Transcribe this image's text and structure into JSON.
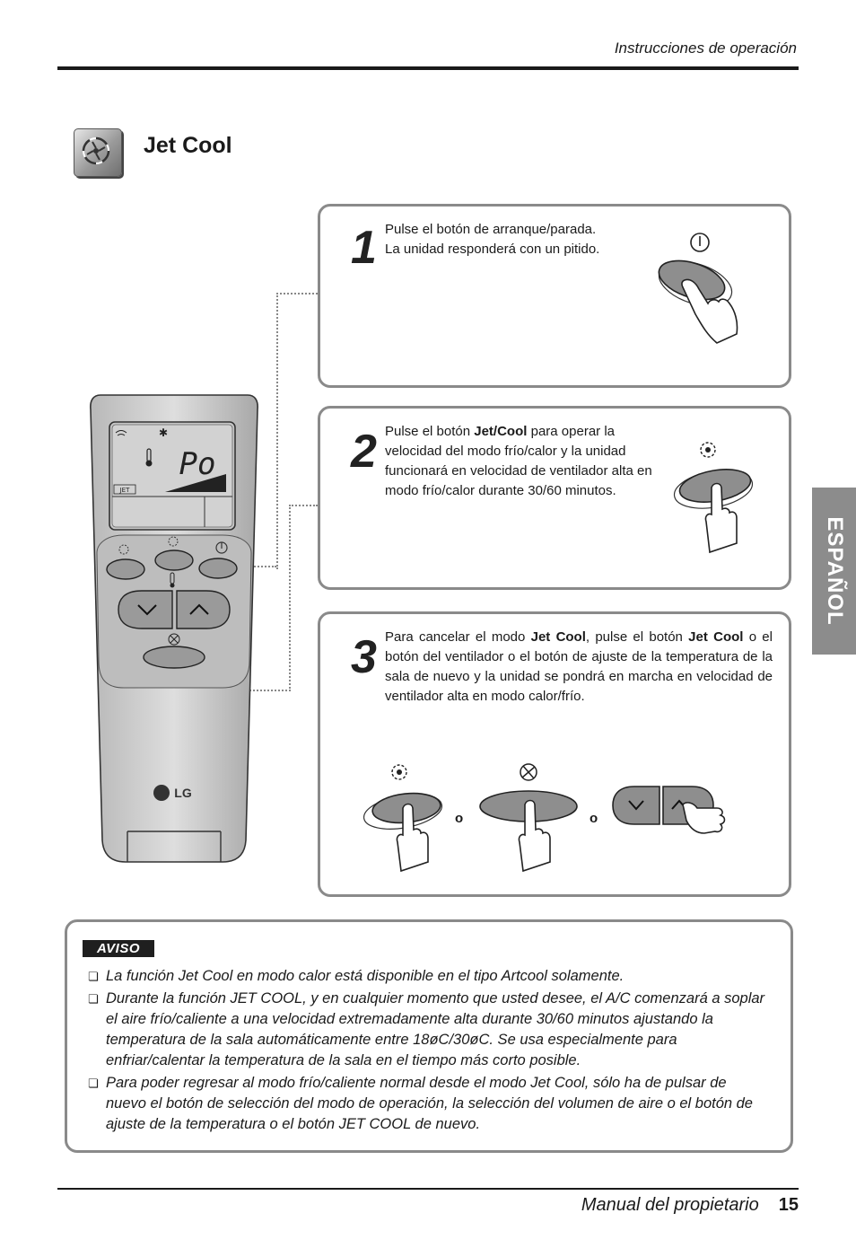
{
  "header": {
    "section": "Instrucciones de operación"
  },
  "title": "Jet Cool",
  "side_tab": "ESPAÑOL",
  "steps": [
    {
      "number": "1",
      "lines": [
        "Pulse el botón de arranque/parada.",
        "La unidad responderá con un pitido."
      ]
    },
    {
      "number": "2",
      "pre": "Pulse el botón ",
      "bold": "Jet/Cool",
      "post": " para operar la velocidad del modo frío/calor y la unidad funcionará en velocidad de ventilador alta en modo frío/calor durante 30/60 minutos."
    },
    {
      "number": "3",
      "t1": "Para cancelar el modo ",
      "b1": "Jet Cool",
      "t2": ", pulse el botón ",
      "b2": "Jet Cool",
      "t3": " o el botón del ventilador o el botón de ajuste de la temperatura de la sala de nuevo y la unidad se pondrá en marcha en velocidad de ventilador alta en modo calor/frío.",
      "or": "o"
    }
  ],
  "remote": {
    "display_text": "Po",
    "jet_label": "JET",
    "brand": "LG"
  },
  "aviso": {
    "label": "AVISO",
    "notes": [
      "La función Jet Cool en modo calor está disponible en el tipo Artcool solamente.",
      "Durante la función JET COOL, y en cualquier momento que usted desee, el A/C comenzará a soplar el aire frío/caliente a una velocidad extremadamente alta durante 30/60 minutos ajustando la temperatura de la sala automáticamente entre 18øC/30øC. Se usa especialmente para enfriar/calentar la temperatura de la sala en el tiempo más corto posible.",
      "Para poder regresar al modo frío/caliente normal desde el modo Jet Cool, sólo ha de pulsar de nuevo el botón de selección del modo de operación, la selección del volumen de aire o el botón de ajuste de la temperatura o el botón JET COOL de nuevo."
    ]
  },
  "footer": {
    "title": "Manual del propietario",
    "page": "15"
  }
}
